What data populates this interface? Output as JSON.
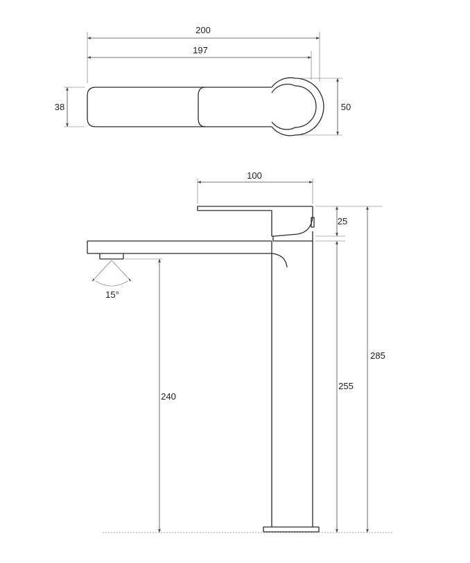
{
  "drawing": {
    "type": "technical-dimension-drawing",
    "line_color": "#2a2a2a",
    "top_view": {
      "overall_length": "200",
      "body_length": "197",
      "body_height": "38",
      "head_diameter": "50"
    },
    "side_view": {
      "handle_length": "100",
      "handle_height": "25",
      "total_height": "285",
      "body_height": "255",
      "spout_height": "240",
      "tilt_angle": "15°"
    }
  }
}
